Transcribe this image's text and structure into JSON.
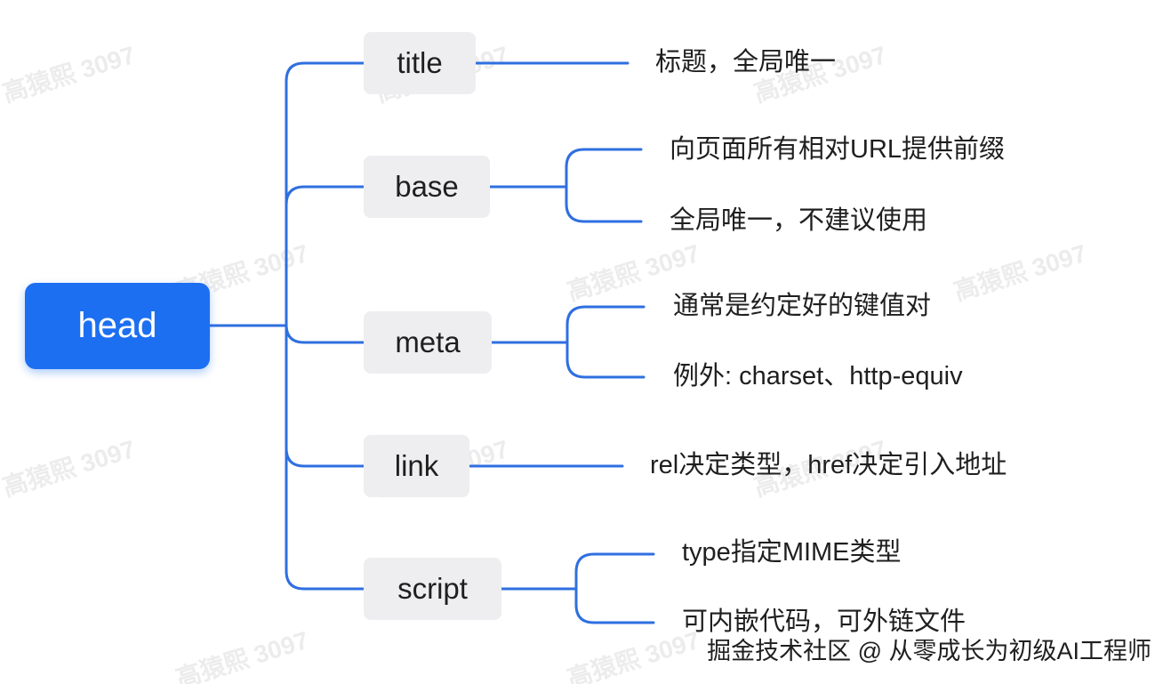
{
  "diagram": {
    "root": {
      "label": "head"
    },
    "branches": [
      {
        "label": "title",
        "leaves": [
          "标题，全局唯一"
        ]
      },
      {
        "label": "base",
        "leaves": [
          "向页面所有相对URL提供前缀",
          "全局唯一，不建议使用"
        ]
      },
      {
        "label": "meta",
        "leaves": [
          "通常是约定好的键值对",
          "例外: charset、http-equiv"
        ]
      },
      {
        "label": "link",
        "leaves": [
          "rel决定类型，href决定引入地址"
        ]
      },
      {
        "label": "script",
        "leaves": [
          "type指定MIME类型",
          "可内嵌代码，可外链文件"
        ]
      }
    ]
  },
  "watermark": {
    "text": "高猿熙 3097"
  },
  "footer": {
    "credit": "掘金技术社区 @ 从零成长为初级AI工程师"
  },
  "colors": {
    "root_fill": "#1d6ff2",
    "connector": "#2f6fe0",
    "branch_fill": "#eeeef0",
    "text": "#1f1f1f"
  }
}
